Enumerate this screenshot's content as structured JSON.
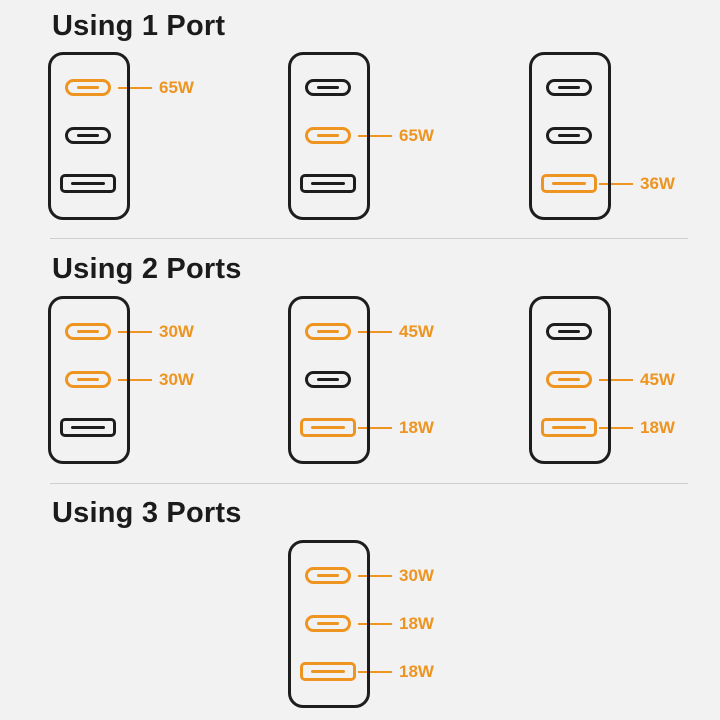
{
  "page": {
    "background_color": "#f2f2f2",
    "accent_color": "#ee9420",
    "outline_color": "#1d1d1d"
  },
  "sections": [
    {
      "title": "Using 1 Port",
      "chargers": [
        {
          "column": 0,
          "ports": [
            {
              "type": "usb-c",
              "active": true,
              "label": "65W"
            },
            {
              "type": "usb-c",
              "active": false,
              "label": ""
            },
            {
              "type": "usb-a",
              "active": false,
              "label": ""
            }
          ]
        },
        {
          "column": 1,
          "ports": [
            {
              "type": "usb-c",
              "active": false,
              "label": ""
            },
            {
              "type": "usb-c",
              "active": true,
              "label": "65W"
            },
            {
              "type": "usb-a",
              "active": false,
              "label": ""
            }
          ]
        },
        {
          "column": 2,
          "ports": [
            {
              "type": "usb-c",
              "active": false,
              "label": ""
            },
            {
              "type": "usb-c",
              "active": false,
              "label": ""
            },
            {
              "type": "usb-a",
              "active": true,
              "label": "36W"
            }
          ]
        }
      ]
    },
    {
      "title": "Using 2 Ports",
      "chargers": [
        {
          "column": 0,
          "ports": [
            {
              "type": "usb-c",
              "active": true,
              "label": "30W"
            },
            {
              "type": "usb-c",
              "active": true,
              "label": "30W"
            },
            {
              "type": "usb-a",
              "active": false,
              "label": ""
            }
          ]
        },
        {
          "column": 1,
          "ports": [
            {
              "type": "usb-c",
              "active": true,
              "label": "45W"
            },
            {
              "type": "usb-c",
              "active": false,
              "label": ""
            },
            {
              "type": "usb-a",
              "active": true,
              "label": "18W"
            }
          ]
        },
        {
          "column": 2,
          "ports": [
            {
              "type": "usb-c",
              "active": false,
              "label": ""
            },
            {
              "type": "usb-c",
              "active": true,
              "label": "45W"
            },
            {
              "type": "usb-a",
              "active": true,
              "label": "18W"
            }
          ]
        }
      ]
    },
    {
      "title": "Using 3 Ports",
      "chargers": [
        {
          "column": 1,
          "ports": [
            {
              "type": "usb-c",
              "active": true,
              "label": "30W"
            },
            {
              "type": "usb-c",
              "active": true,
              "label": "18W"
            },
            {
              "type": "usb-a",
              "active": true,
              "label": "18W"
            }
          ]
        }
      ]
    }
  ]
}
